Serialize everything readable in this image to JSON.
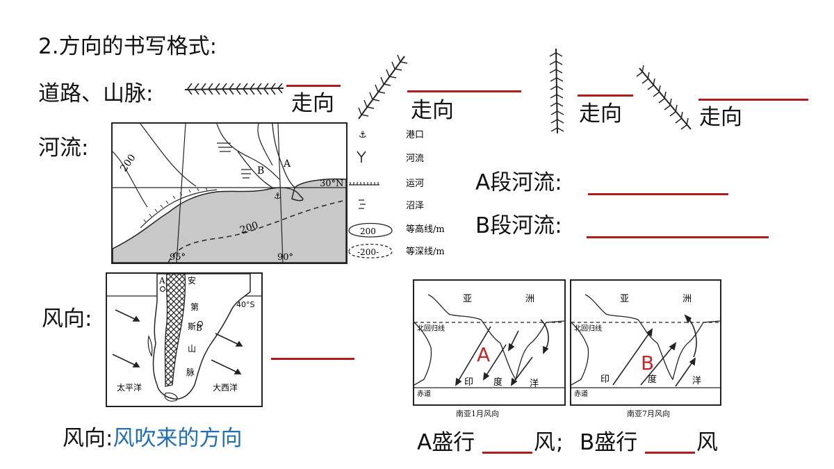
{
  "heading": "2.方向的书写格式:",
  "roads_label": "道路、山脉:",
  "river_label": "河流:",
  "wind_label": "风向:",
  "direction_word": "走向",
  "map1": {
    "lat_label": "30°N",
    "lon_left": "95°",
    "lon_right": "90°",
    "contour_label": "200",
    "depth_label": "200",
    "point_a": "A",
    "point_b": "B"
  },
  "legend": [
    {
      "icon": "anchor-icon",
      "label": "港口"
    },
    {
      "icon": "river-icon",
      "label": "河流"
    },
    {
      "icon": "canal-icon",
      "label": "运河"
    },
    {
      "icon": "swamp-icon",
      "label": "沼泽"
    },
    {
      "icon": "contour-icon",
      "icon_text": "200",
      "label": "等高线/m"
    },
    {
      "icon": "isobath-icon",
      "icon_text": "-200-",
      "label": "等深线/m"
    }
  ],
  "a_river_label": "A段河流:",
  "b_river_label": "B段河流:",
  "map2": {
    "andes_label_1": "安",
    "andes_label_2": "第",
    "andes_label_3": "斯",
    "andes_label_4": "山",
    "andes_label_5": "脉",
    "lat_label": "40°S",
    "pacific": "太平洋",
    "atlantic": "大西洋",
    "point_a": "A",
    "point_b": "B"
  },
  "wind_definition_prefix": "风向:",
  "wind_definition": "风吹来的方向",
  "south_asia_jan": {
    "asia_1": "亚",
    "asia_2": "洲",
    "tropic": "北回归线",
    "india_1": "印",
    "india_2": "度",
    "india_3": "洋",
    "equator": "赤道",
    "letter": "A",
    "caption": "南亚1月风向"
  },
  "south_asia_jul": {
    "asia_1": "亚",
    "asia_2": "洲",
    "tropic": "北回归线",
    "india_1": "印",
    "india_2": "度",
    "india_3": "洋",
    "equator": "赤道",
    "letter": "B",
    "caption": "南亚7月风向"
  },
  "prevail_a": "A盛行",
  "wind_char": "风",
  "separator": ";",
  "prevail_b": "B盛行",
  "colors": {
    "accent_red": "#b01c1c",
    "definition_blue": "#1f6fb2",
    "map_gray": "#c8c8c8"
  }
}
